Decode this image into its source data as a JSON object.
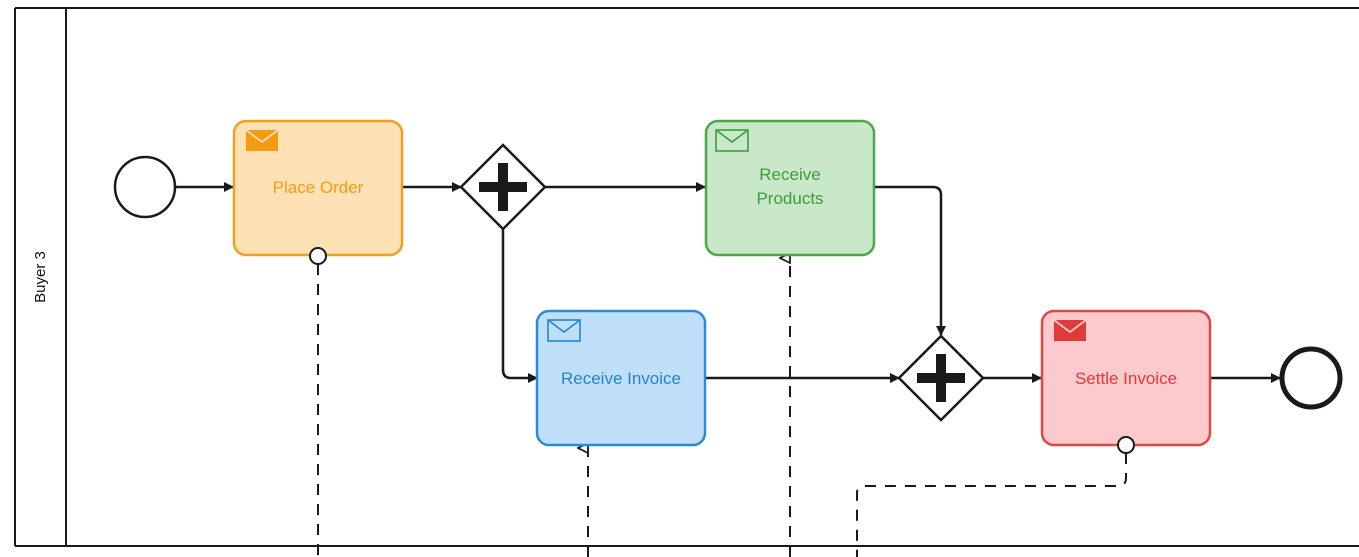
{
  "pool": {
    "lane_label": "Buyer 3"
  },
  "tasks": {
    "place_order": {
      "label": "Place Order",
      "type": "send",
      "fill": "#fde0b4",
      "stroke": "#f3a020",
      "text_color": "#f39c12"
    },
    "receive_products": {
      "label_line1": "Receive",
      "label_line2": "Products",
      "type": "receive",
      "fill": "#c9e8c9",
      "stroke": "#4aa847",
      "text_color": "#3f9b3c"
    },
    "receive_invoice": {
      "label": "Receive Invoice",
      "type": "receive",
      "fill": "#bfdff8",
      "stroke": "#2b8ad8",
      "text_color": "#2584d2"
    },
    "settle_invoice": {
      "label": "Settle Invoice",
      "type": "send",
      "fill": "#fcc9cc",
      "stroke": "#e04747",
      "text_color": "#e03a3a"
    }
  },
  "gateways": {
    "split": {
      "type": "parallel"
    },
    "join": {
      "type": "parallel"
    }
  },
  "events": {
    "start": {
      "type": "start"
    },
    "end": {
      "type": "end"
    }
  }
}
